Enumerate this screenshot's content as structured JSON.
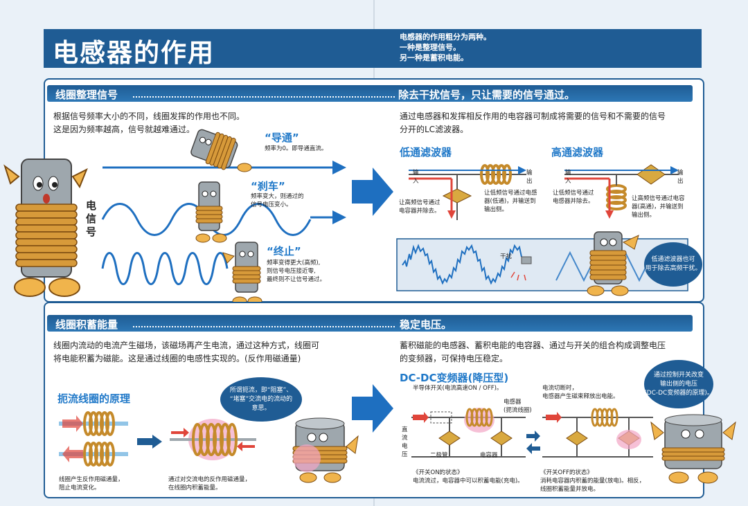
{
  "title": "电感器的作用",
  "summary": [
    "电感器的作用粗分为两种。",
    "一种是整理信号。",
    "另一种是蓄积电能。"
  ],
  "section1": {
    "left_title": "线圈整理信号",
    "right_title": "除去干扰信号，只让需要的信号通过。",
    "left_text": [
      "根据信号频率大小的不同，线圈发挥的作用也不同。",
      "这是因为频率越高，信号就越难通过。"
    ],
    "right_text": [
      "通过电感器和发挥相反作用的电容器可制成将需要的信号和不需要的信号",
      "分开的LC滤波器。"
    ],
    "signal_label": [
      "电",
      "信",
      "号"
    ],
    "states": [
      {
        "name": "“导通”",
        "desc": [
          "频率为0。即导通直流。"
        ]
      },
      {
        "name": "“刹车”",
        "desc": [
          "频率变大，则通过的",
          "信号电压变小。"
        ]
      },
      {
        "name": "“终止”",
        "desc": [
          "频率变得更大(高频),",
          "则信号电压接近零,",
          "最终则不让信号通过。"
        ]
      }
    ],
    "lowpass": {
      "title": "低通滤波器",
      "input": [
        "输",
        "入"
      ],
      "output": [
        "输",
        "出"
      ],
      "note_left": [
        "让高频信号通过",
        "电容器并除去。"
      ],
      "note_right": [
        "让低频信号通过电感",
        "器(低通)，并输送到",
        "输出侧。"
      ]
    },
    "highpass": {
      "title": "高通滤波器",
      "input": [
        "输",
        "入"
      ],
      "output": [
        "输",
        "出"
      ],
      "note_left": [
        "让低频信号通过",
        "电感器并除去。"
      ],
      "note_right": [
        "让高频信号通过电容",
        "器(高通)，并输送到",
        "输出侧。"
      ]
    },
    "noise_label": "干扰",
    "noise_bubble": [
      "低通滤波器也可",
      "用于除去高频干扰。"
    ]
  },
  "section2": {
    "left_title": "线圈积蓄能量",
    "right_title": "稳定电压。",
    "left_text": [
      "线圈内流动的电流产生磁场，该磁场再产生电流，通过这种方式，线圈可",
      "将电能积蓄为磁能。这是通过线圈的电感性实现的。(反作用磁通量)"
    ],
    "right_text": [
      "蓄积磁能的电感器、蓄积电能的电容器、通过与开关的组合构成调整电压",
      "的变频器，可保持电压稳定。"
    ],
    "choke_title": "扼流线圈的原理",
    "choke_bubble": [
      "所谓扼流，即“阻塞”、",
      "“堵塞”交流电的流动的",
      "意思。"
    ],
    "choke_caption1": [
      "线圈产生反作用磁通量，",
      "阻止电流变化。"
    ],
    "choke_caption2": [
      "通过对交流电的反作用磁通量，",
      "在线圈内积蓄能量。"
    ],
    "dcdc_title": "DC-DC变频器(降压型)",
    "switch_note": "半导体开关(电流高速ON / OFF)。",
    "inductor_note": [
      "电感器",
      "(扼流线圈)"
    ],
    "dc_label": [
      "直",
      "流",
      "电",
      "压"
    ],
    "diode_label": "二极管",
    "capacitor_label": "电容器",
    "cut_note": [
      "电流切断时，",
      "电感器产生磁束释放出电能。"
    ],
    "on_state": [
      "《开关ON的状态》",
      "电流流过，电容器中可以积蓄电能(充电)。"
    ],
    "off_state": [
      "《开关OFF的状态》",
      "消耗电容器内积蓄的能量(放电)。相反，",
      "线圈积蓄能量并放电。"
    ],
    "dcdc_bubble": [
      "通过控制开关改变",
      "输出侧的电压",
      "(DC-DC变频器的原理)。"
    ]
  },
  "colors": {
    "banner": "#1f5c94",
    "accent": "#1f78c8",
    "arrow_blue": "#1e6fc0",
    "coil": "#c58a2a",
    "red": "#e0453a"
  }
}
